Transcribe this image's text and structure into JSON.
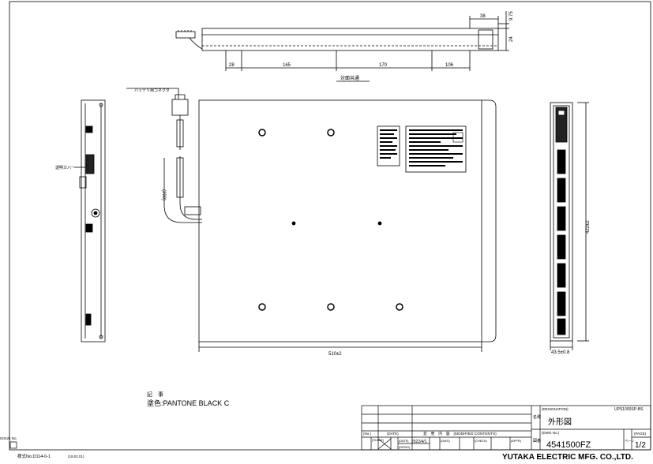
{
  "dims": {
    "top_38": "38",
    "top_975": "9.75",
    "top_24": "24",
    "top_28": "28",
    "top_165": "165",
    "top_170": "170",
    "top_106": "106",
    "opposite_common": "対面共通",
    "battery_connector": "バッテリ用コネクタ",
    "cable_len": "(200)",
    "transparent_cover": "透明カバー",
    "width_510": "510±2",
    "height_422": "422±2",
    "depth_435": "43.5±0.8"
  },
  "notes": {
    "heading": "記　事",
    "color_line": "塗色:PANTONE BLACK C"
  },
  "title_block": {
    "designation_header": "(DESIGNATION)",
    "model": "UPS1000SP-BS",
    "name_label": "名称",
    "name_value": "外形図",
    "dwg_header": "(DWG No.)",
    "dwg_number": "4541500FZ",
    "page_header": "(PAGE)",
    "page_value": "1/2",
    "page_label": "ページ",
    "number_label": "図番",
    "no_label": "(No.)",
    "date_label": "(DATE)",
    "contents_label": "変　更　内　容　(MODIFIED CONTENTS)",
    "dwg_label": "(DWG)",
    "check_label": "(CHECK)",
    "appr_label": "(APPR)",
    "scale_label": "(SCALE)",
    "date2_label": "(DATE)",
    "design_label": "(DESIG)",
    "date_value": "2022/4/1"
  },
  "footer": {
    "issue_label": "ISSUE No.",
    "form_number": "様式No.D114-0-1",
    "form_date": "(19.02.01)",
    "company": "YUTAKA ELECTRIC MFG. CO.,LTD."
  }
}
